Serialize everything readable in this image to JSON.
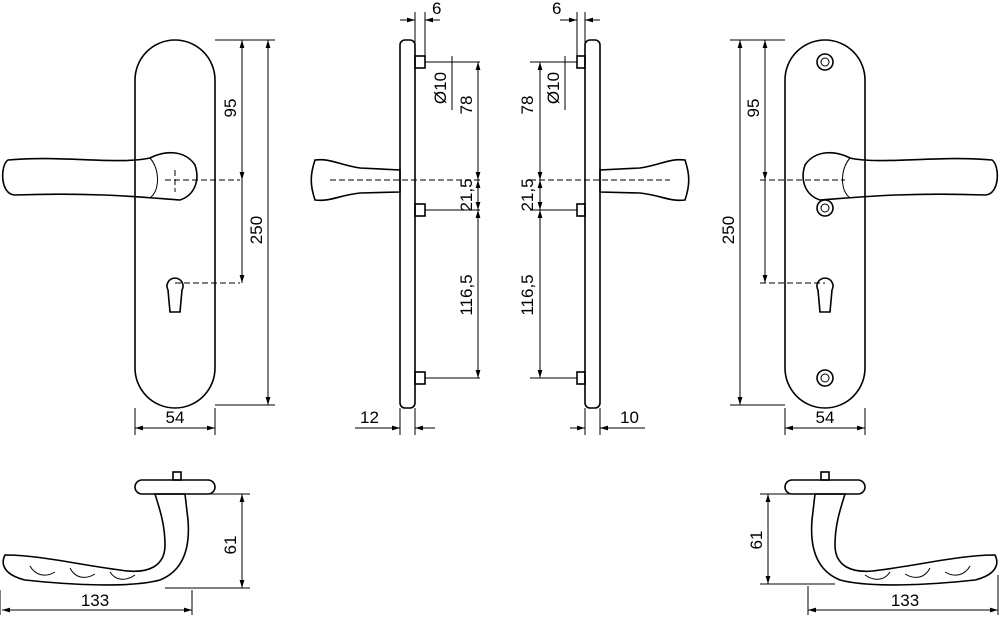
{
  "drawing": {
    "left_front": {
      "height_95": "95",
      "height_250": "250",
      "width_54": "54"
    },
    "left_side": {
      "pin_6": "6",
      "pin_dia": "Ø10",
      "d_78": "78",
      "d_21_5": "21,5",
      "d_116_5": "116,5",
      "thickness_12": "12"
    },
    "right_side": {
      "pin_6": "6",
      "pin_dia": "Ø10",
      "d_78": "78",
      "d_21_5": "21,5",
      "d_116_5": "116,5",
      "thickness_10": "10"
    },
    "right_front": {
      "height_95": "95",
      "height_250": "250",
      "width_54": "54"
    },
    "left_top": {
      "height_61": "61",
      "length_133": "133"
    },
    "right_top": {
      "height_61": "61",
      "length_133": "133"
    }
  }
}
